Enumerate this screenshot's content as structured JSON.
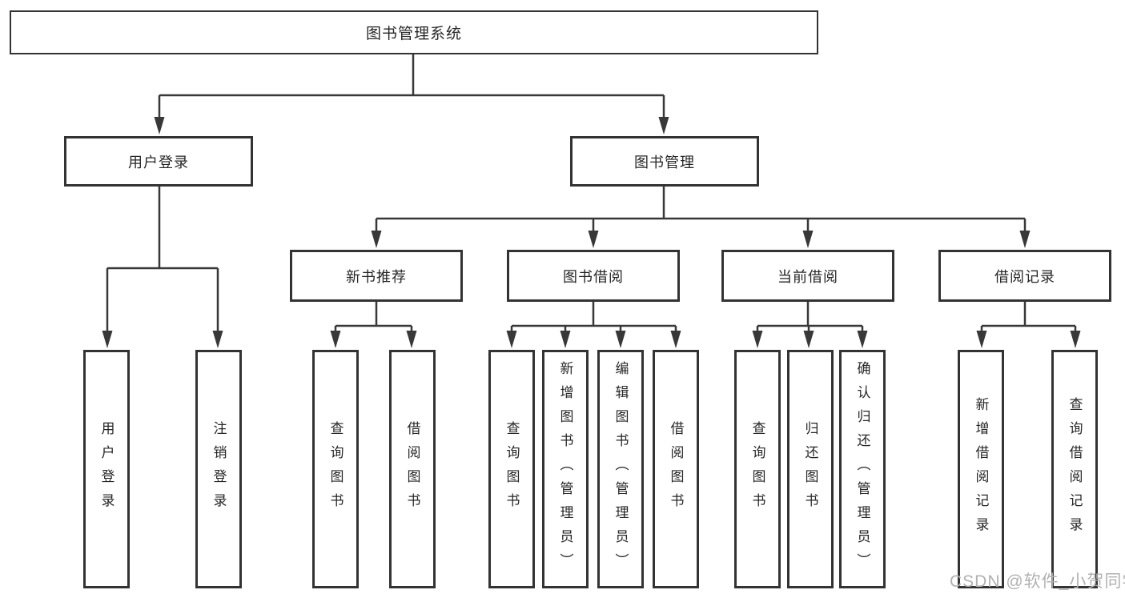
{
  "diagram": {
    "title": "图书管理系统",
    "groups": [
      {
        "label": "用户登录",
        "children": [
          {
            "label": "用户登录"
          },
          {
            "label": "注销登录"
          }
        ]
      },
      {
        "label": "图书管理",
        "subgroups": [
          {
            "label": "新书推荐",
            "children": [
              {
                "label": "查询图书"
              },
              {
                "label": "借阅图书"
              }
            ]
          },
          {
            "label": "图书借阅",
            "children": [
              {
                "label": "查询图书"
              },
              {
                "label": "新增图书（管理员）"
              },
              {
                "label": "编辑图书（管理员）"
              },
              {
                "label": "借阅图书"
              }
            ]
          },
          {
            "label": "当前借阅",
            "children": [
              {
                "label": "查询图书"
              },
              {
                "label": "归还图书"
              },
              {
                "label": "确认归还（管理员）"
              }
            ]
          },
          {
            "label": "借阅记录",
            "children": [
              {
                "label": "新增借阅记录"
              },
              {
                "label": "查询借阅记录"
              }
            ]
          }
        ]
      }
    ]
  },
  "watermark": {
    "text": "CSDN @软件_小贺同学",
    "color": "#b1b1b1"
  },
  "colors": {
    "background": "#ffffff",
    "line": "#383838",
    "box_border": "#333333",
    "text": "#262626",
    "watermark": "#b1b1b1"
  }
}
